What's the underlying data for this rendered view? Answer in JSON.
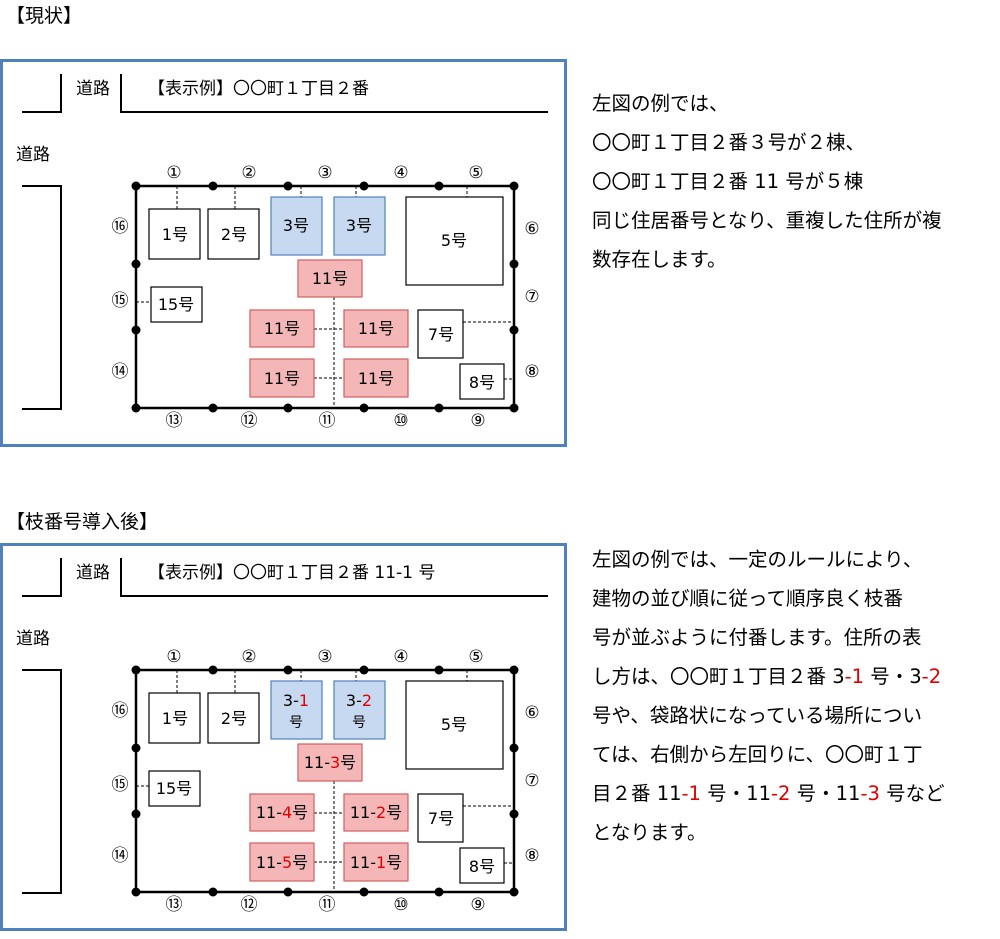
{
  "colors": {
    "frame": "#4f81bd",
    "blue_fill": "#c6d9f1",
    "blue_stroke": "#4f81bd",
    "red_fill": "#f4b6b6",
    "red_stroke": "#d06060",
    "accent": "#e00000"
  },
  "panels": [
    {
      "heading": "【現状】",
      "road_top": "道路",
      "road_left": "道路",
      "example_label": "【表示例】〇〇町１丁目２番",
      "points": [
        "①",
        "②",
        "③",
        "④",
        "⑤",
        "⑥",
        "⑦",
        "⑧",
        "⑨",
        "⑩",
        "⑪",
        "⑫",
        "⑬",
        "⑭",
        "⑮",
        "⑯"
      ],
      "buildings": {
        "b1": "1号",
        "b2": "2号",
        "b3a": "3号",
        "b3b": "3号",
        "b5": "5号",
        "b11top": "11号",
        "b15": "15号",
        "b11l1": "11号",
        "b11r1": "11号",
        "b7": "7号",
        "b11l2": "11号",
        "b11r2": "11号",
        "b8": "8号"
      },
      "description": [
        {
          "parts": [
            {
              "t": "左図の例では、"
            }
          ]
        },
        {
          "parts": [
            {
              "t": "〇〇町１丁目２番３号が２棟、"
            }
          ]
        },
        {
          "parts": [
            {
              "t": "〇〇町１丁目２番 11 号が５棟"
            }
          ]
        },
        {
          "parts": [
            {
              "t": "同じ住居番号となり、重複した住所が複"
            }
          ]
        },
        {
          "parts": [
            {
              "t": "数存在します。"
            }
          ]
        }
      ]
    },
    {
      "heading": "【枝番号導入後】",
      "road_top": "道路",
      "road_left": "道路",
      "example_label": "【表示例】〇〇町１丁目２番 11-1 号",
      "points": [
        "①",
        "②",
        "③",
        "④",
        "⑤",
        "⑥",
        "⑦",
        "⑧",
        "⑨",
        "⑩",
        "⑪",
        "⑫",
        "⑬",
        "⑭",
        "⑮",
        "⑯"
      ],
      "buildings": {
        "b1": "1号",
        "b2": "2号",
        "b5": "5号",
        "b15": "15号",
        "b7": "7号",
        "b8": "8号",
        "b3a_pre": "3-",
        "b3a_num": "1",
        "b3a_suf": "号",
        "b3b_pre": "3-",
        "b3b_num": "2",
        "b3b_suf": "号",
        "b11top_pre": "11-",
        "b11top_num": "3",
        "b11top_suf": "号",
        "b11l1_pre": "11-",
        "b11l1_num": "4",
        "b11l1_suf": "号",
        "b11r1_pre": "11-",
        "b11r1_num": "2",
        "b11r1_suf": "号",
        "b11l2_pre": "11-",
        "b11l2_num": "5",
        "b11l2_suf": "号",
        "b11r2_pre": "11-",
        "b11r2_num": "1",
        "b11r2_suf": "号"
      },
      "description": [
        {
          "parts": [
            {
              "t": "左図の例では、一定のルールにより、"
            }
          ]
        },
        {
          "parts": [
            {
              "t": "建物の並び順に従って順序良く枝番"
            }
          ]
        },
        {
          "parts": [
            {
              "t": "号が並ぶように付番します。住所の表"
            }
          ]
        },
        {
          "parts": [
            {
              "t": "し方は、〇〇町１丁目２番 3"
            },
            {
              "t": "-1",
              "red": true
            },
            {
              "t": " 号・3"
            },
            {
              "t": "-2",
              "red": true
            }
          ]
        },
        {
          "parts": [
            {
              "t": "号や、袋路状になっている場所につい"
            }
          ]
        },
        {
          "parts": [
            {
              "t": "ては、右側から左回りに、〇〇町１丁"
            }
          ]
        },
        {
          "parts": [
            {
              "t": "目２番 11"
            },
            {
              "t": "-1",
              "red": true
            },
            {
              "t": " 号・11"
            },
            {
              "t": "-2",
              "red": true
            },
            {
              "t": " 号・11"
            },
            {
              "t": "-3",
              "red": true
            },
            {
              "t": " 号など"
            }
          ]
        },
        {
          "parts": [
            {
              "t": "となります。"
            }
          ]
        }
      ]
    }
  ]
}
